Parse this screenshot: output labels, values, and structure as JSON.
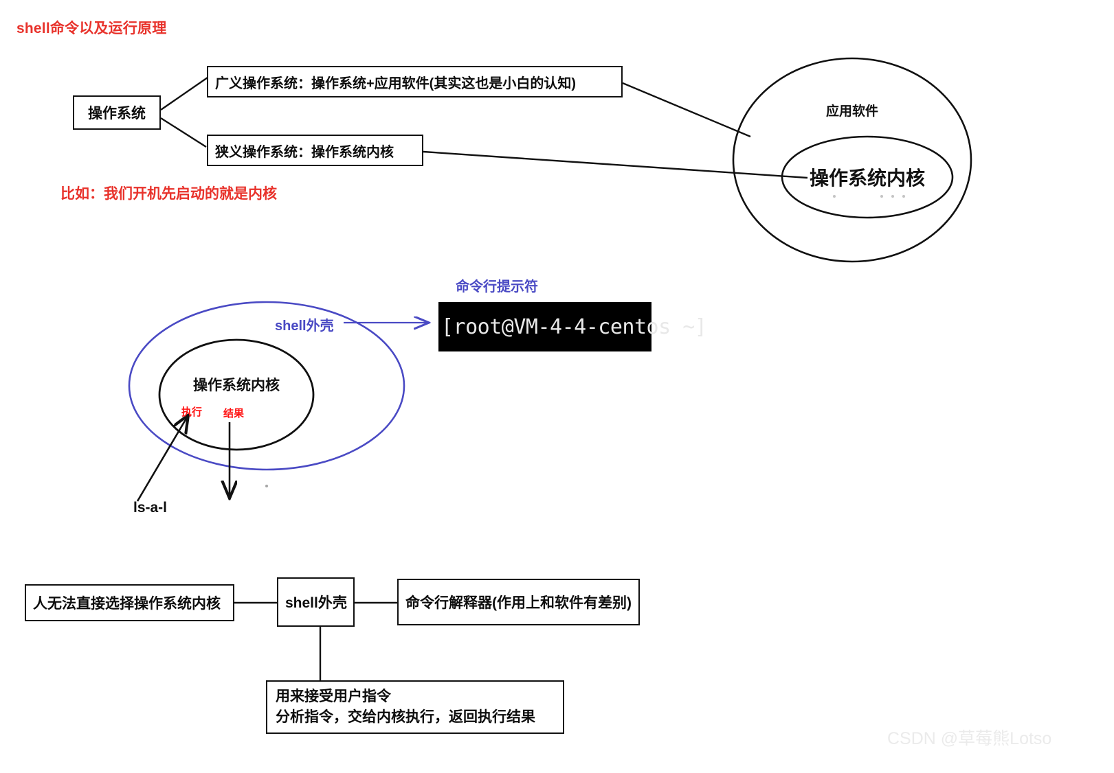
{
  "page": {
    "title": "shell命令以及运行原理",
    "watermark": "CSDN @草莓熊Lotso",
    "colors": {
      "red": "#e8322b",
      "bright_red": "#ff1414",
      "blue": "#4a4ac4",
      "black": "#111111",
      "terminal_bg": "#000000",
      "terminal_fg": "#e8e8e8"
    }
  },
  "section_os": {
    "root_box": "操作系统",
    "broad_box": "广义操作系统：操作系统+应用软件(其实这也是小白的认知)",
    "narrow_box": "狭义操作系统：操作系统内核",
    "note": "比如：我们开机先启动的就是内核",
    "outer_ellipse_label": "应用软件",
    "inner_ellipse_label": "操作系统内核"
  },
  "section_shell": {
    "outer_ellipse_label": "shell外壳",
    "inner_ellipse_label": "操作系统内核",
    "exec_label": "执行",
    "result_label": "结果",
    "command": "ls-a-l",
    "prompt_caption": "命令行提示符",
    "terminal_text": "[root@VM-4-4-centos ~]"
  },
  "section_bottom": {
    "box_user": "人无法直接选择操作系统内核",
    "box_shell": "shell外壳",
    "box_interpreter": "命令行解释器(作用上和软件有差别)",
    "detail_line1": "用来接受用户指令",
    "detail_line2": "分析指令，交给内核执行，返回执行结果"
  }
}
